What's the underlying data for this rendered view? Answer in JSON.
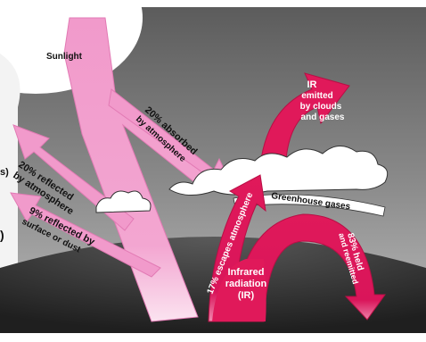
{
  "labels": {
    "sunlight": "Sunlight",
    "absorbed_line1": "20% absorbed",
    "absorbed_line2": "by atmosphere",
    "reflected_atm_line1": "20% reflected",
    "reflected_atm_line2": "by atmosphere",
    "reflected_surface_line1": "9% reflected by",
    "reflected_surface_line2": "surface or dust",
    "ir_emitted_line1": "IR",
    "ir_emitted_line2": "emitted",
    "ir_emitted_line3": "by clouds",
    "ir_emitted_line4": "and gases",
    "greenhouse": "Greenhouse gases",
    "escapes": "17% escapes atmosphere",
    "held_line1": "83% held",
    "held_line2": "and reemitted",
    "infrared_line1": "Infrared",
    "infrared_line2": "radiation",
    "infrared_line3": "(IR)",
    "edge_s": "s)",
    "edge_paren": ")"
  },
  "colors": {
    "sunlight_pink": "#f19acb",
    "sunlight_pink_dark": "#e87bb7",
    "ir_magenta": "#e0195a",
    "ir_magenta_dark": "#c40f4a",
    "sky_gray": "#6e6e6e",
    "earth_dark": "#3a3a3a",
    "cloud_white": "#ffffff"
  }
}
